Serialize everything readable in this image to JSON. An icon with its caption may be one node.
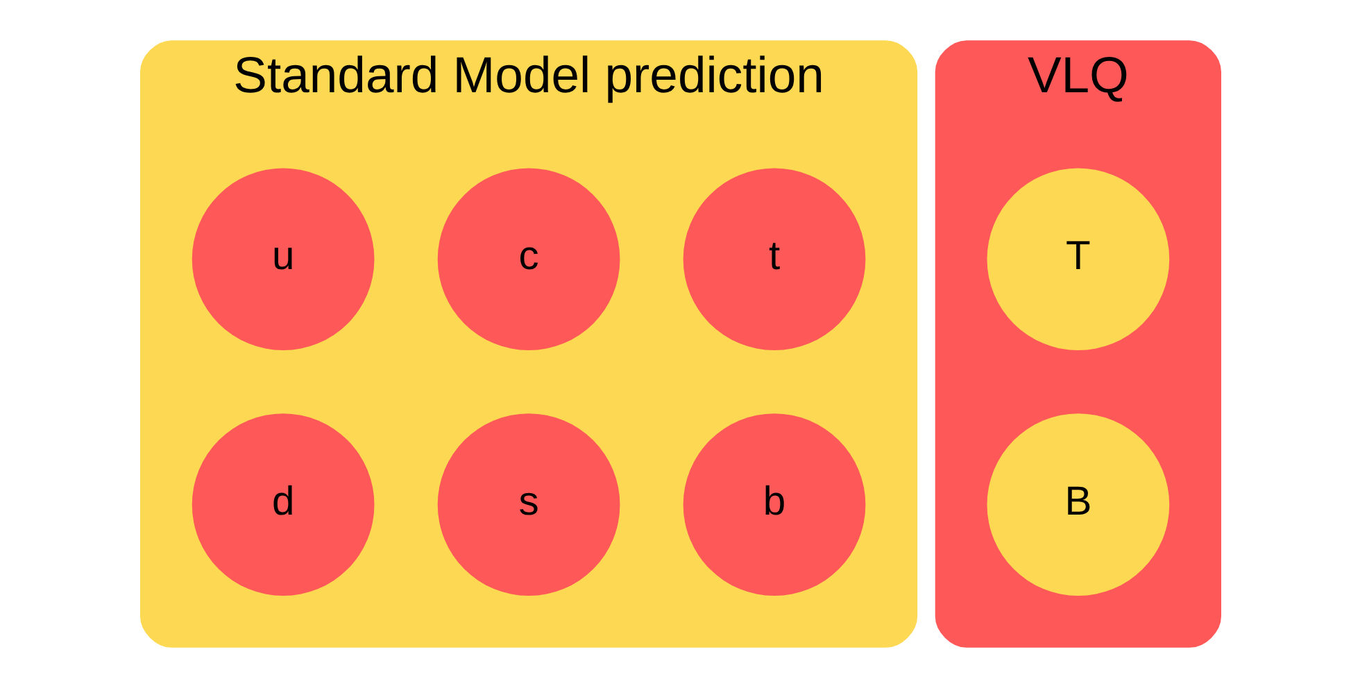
{
  "diagram": {
    "nodes": [
      {
        "text": [
          "Standard Model prediction"
        ]
      },
      {
        "text": [
          "u"
        ],
        "in": 0
      },
      {
        "text": [
          "c"
        ],
        "in": 0
      },
      {
        "text": [
          "t"
        ],
        "in": 0
      },
      {
        "text": [
          "d"
        ],
        "in": 0
      },
      {
        "text": [
          "s"
        ],
        "in": 0
      },
      {
        "text": [
          "b"
        ],
        "in": 0
      },
      {
        "text": [
          "VLQ"
        ]
      },
      {
        "text": [
          "T"
        ],
        "in": 7
      },
      {
        "text": [
          "B"
        ],
        "in": 7
      }
    ]
  }
}
